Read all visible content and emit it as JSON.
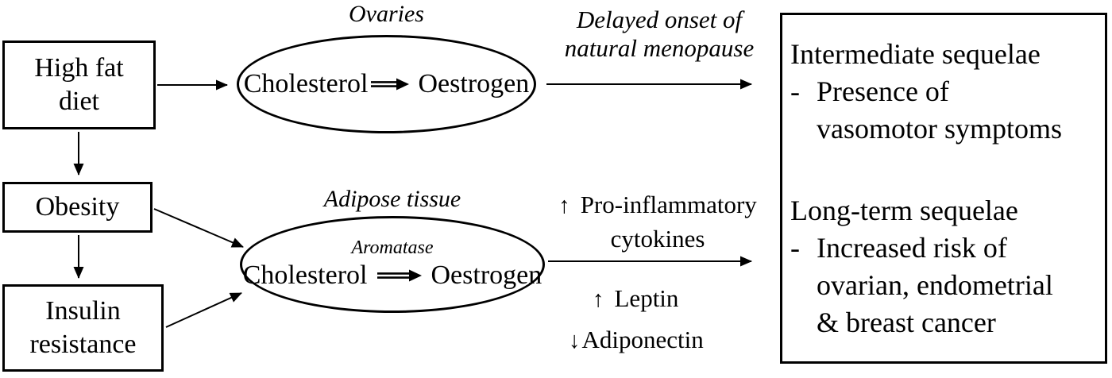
{
  "figure": {
    "background": "#ffffff",
    "ink": "#000000"
  },
  "boxes": {
    "high_fat_diet": {
      "line1": "High fat",
      "line2": "diet"
    },
    "obesity": {
      "label": "Obesity"
    },
    "insulin_resistance": {
      "line1": "Insulin",
      "line2": "resistance"
    }
  },
  "ellipses": {
    "ovaries": {
      "title": "Ovaries",
      "substrate": "Cholesterol",
      "product": "Oestrogen"
    },
    "adipose": {
      "title": "Adipose tissue",
      "enzyme": "Aromatase",
      "substrate": "Cholesterol",
      "product": "Oestrogen"
    }
  },
  "annotations": {
    "delayed_onset": {
      "line1": "Delayed onset of",
      "line2": "natural menopause"
    },
    "pro_inflammatory": {
      "arrow": "↑",
      "line1": "Pro-inflammatory",
      "line2": "cytokines"
    },
    "leptin": {
      "arrow": "↑",
      "label": "Leptin"
    },
    "adiponectin": {
      "arrow": "↓",
      "label": "Adiponectin"
    }
  },
  "outcomes": {
    "intermediate": {
      "title": "Intermediate sequelae",
      "bullet_marker": "-",
      "line1": "Presence of",
      "line2": "vasomotor symptoms"
    },
    "long_term": {
      "title": "Long-term sequelae",
      "bullet_marker": "-",
      "line1": "Increased risk of",
      "line2": "ovarian, endometrial",
      "line3": "& breast cancer"
    }
  }
}
